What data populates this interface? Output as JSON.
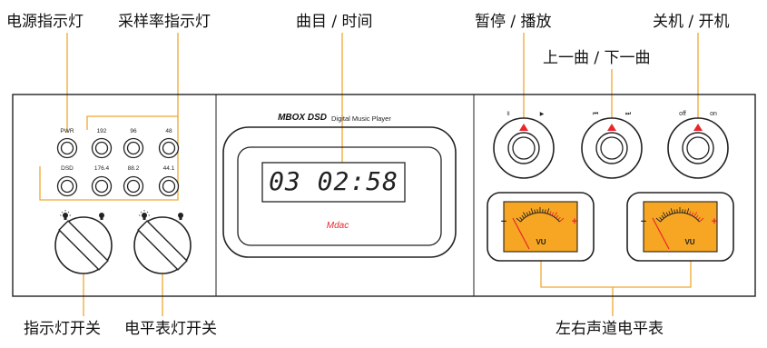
{
  "callouts": {
    "power_led": "电源指示灯",
    "rate_led": "采样率指示灯",
    "track_time": "曲目 / 时间",
    "play_pause": "暂停 / 播放",
    "prev_next": "上一曲 / 下一曲",
    "power_switch": "关机 / 开机",
    "led_switch": "指示灯开关",
    "meter_led_switch": "电平表灯开关",
    "vu_meters": "左右声道电平表"
  },
  "device": {
    "brand_logo": "MBOX DSD",
    "tagline": "Digital Music Player",
    "display_text": "03 02:58",
    "dac_logo": "Mdac",
    "led_labels_top": [
      "PWR",
      "192",
      "96",
      "48"
    ],
    "led_labels_bottom": [
      "DSD",
      "176.4",
      "88.2",
      "44.1"
    ],
    "btn_pause_label": "II",
    "btn_play_label": "▶",
    "btn_prev_label": "⏮",
    "btn_next_label": "⏭",
    "btn_off_label": "off",
    "btn_on_label": "on",
    "vu_label": "VU",
    "vu_minus": "−",
    "vu_plus": "+"
  },
  "colors": {
    "leader": "#f0a830",
    "meter_face": "#f6a623",
    "red_mark": "#e8262b",
    "panel_stroke": "#222222"
  }
}
